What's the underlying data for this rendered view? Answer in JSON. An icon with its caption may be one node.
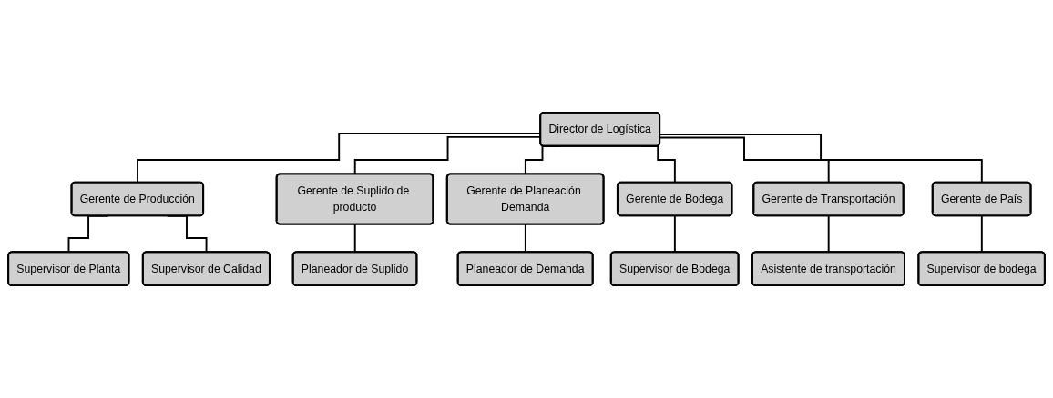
{
  "diagram": {
    "nodes": [
      {
        "text": [
          "Director de Logística"
        ]
      },
      {
        "text": [
          "Gerente de Producción"
        ]
      },
      {
        "text": [
          "Gerente de Suplido de producto"
        ]
      },
      {
        "text": [
          "Gerente de Planeación Demanda"
        ]
      },
      {
        "text": [
          "Gerente de Bodega"
        ]
      },
      {
        "text": [
          "Gerente de Transportación"
        ]
      },
      {
        "text": [
          "Gerente de País"
        ]
      },
      {
        "text": [
          "Supervisor de Planta"
        ]
      },
      {
        "text": [
          "Supervisor de Calidad"
        ]
      },
      {
        "text": [
          "Planeador de Suplido"
        ]
      },
      {
        "text": [
          "Planeador de Demanda"
        ]
      },
      {
        "text": [
          "Supervisor de Bodega"
        ]
      },
      {
        "text": [
          "Asistente de transportación"
        ]
      },
      {
        "text": [
          "Supervisor de bodega"
        ]
      }
    ],
    "edges": [
      {
        "from": 0,
        "to": 1,
        "arrow": "none"
      },
      {
        "from": 0,
        "to": 2,
        "arrow": "none"
      },
      {
        "from": 0,
        "to": 3,
        "arrow": "none"
      },
      {
        "from": 0,
        "to": 4,
        "arrow": "none"
      },
      {
        "from": 0,
        "to": 5,
        "arrow": "none"
      },
      {
        "from": 0,
        "to": 6,
        "arrow": "none"
      },
      {
        "from": 1,
        "to": 7,
        "arrow": "none"
      },
      {
        "from": 1,
        "to": 8,
        "arrow": "none"
      },
      {
        "from": 2,
        "to": 9,
        "arrow": "none"
      },
      {
        "from": 3,
        "to": 10,
        "arrow": "none"
      },
      {
        "from": 4,
        "to": 11,
        "arrow": "none"
      },
      {
        "from": 5,
        "to": 12,
        "arrow": "none"
      },
      {
        "from": 6,
        "to": 13,
        "arrow": "none"
      }
    ]
  }
}
